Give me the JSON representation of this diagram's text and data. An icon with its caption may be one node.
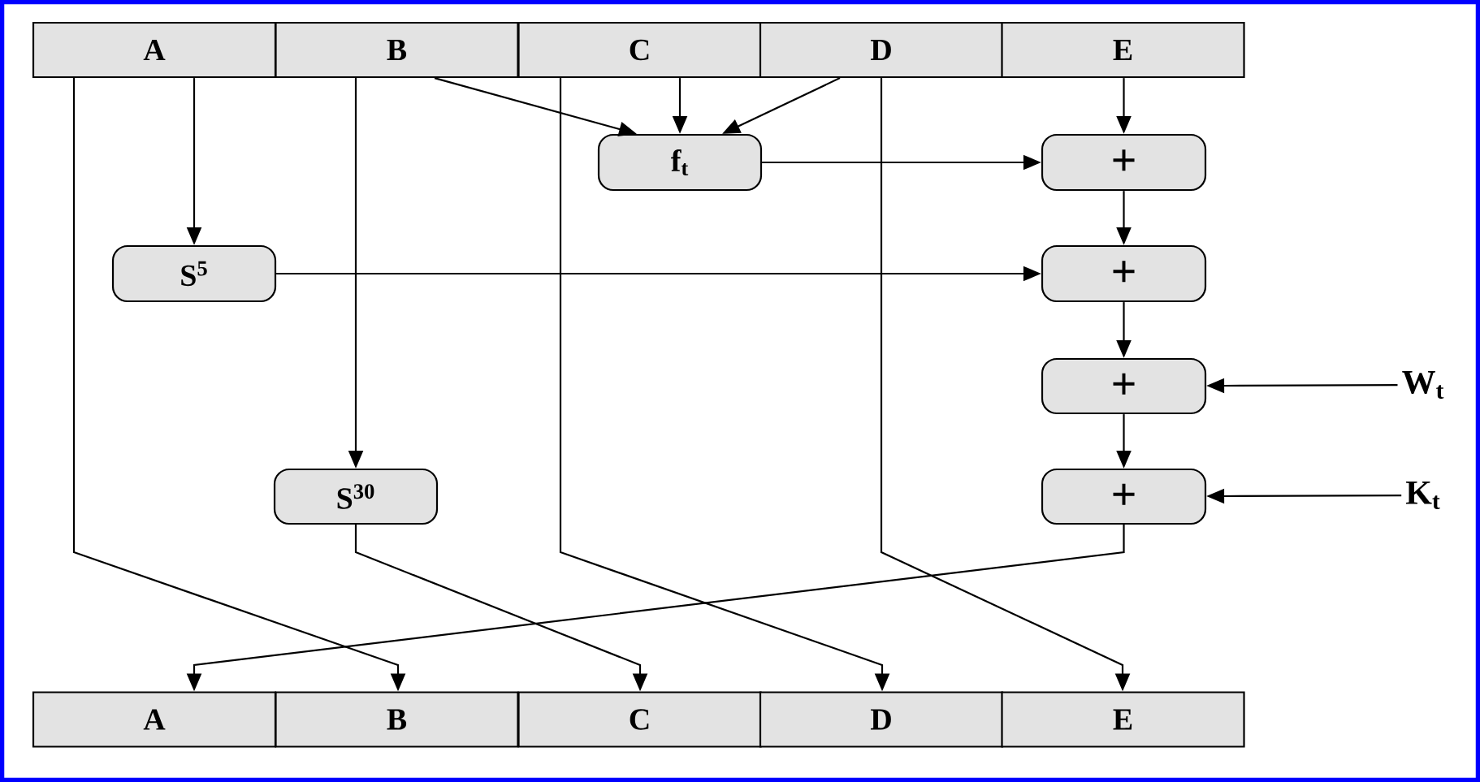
{
  "diagram": {
    "nodes": [
      {
        "text": [
          "A"
        ]
      },
      {
        "text": [
          "B"
        ]
      },
      {
        "text": [
          "C"
        ]
      },
      {
        "text": [
          "D"
        ]
      },
      {
        "text": [
          "E"
        ]
      },
      {
        "text": [
          "A"
        ]
      },
      {
        "text": [
          "B"
        ]
      },
      {
        "text": [
          "C"
        ]
      },
      {
        "text": [
          "D"
        ]
      },
      {
        "text": [
          "E"
        ]
      },
      {
        "text": [
          "f$_{t}$"
        ]
      },
      {
        "text": [
          "S$^{5}$"
        ]
      },
      {
        "text": [
          "S$^{30}$"
        ]
      },
      {
        "text": [
          "+"
        ]
      },
      {
        "text": [
          "+"
        ]
      },
      {
        "text": [
          "+"
        ]
      },
      {
        "text": [
          "+"
        ]
      },
      {
        "text": [
          "W$_{t}$"
        ]
      },
      {
        "text": [
          "K$_{t}$"
        ]
      }
    ],
    "edges": [
      {
        "from": 0,
        "to": 11,
        "arrow": "to"
      },
      {
        "from": 0,
        "to": 6,
        "arrow": "to"
      },
      {
        "from": 1,
        "to": 10,
        "arrow": "to"
      },
      {
        "from": 1,
        "to": 12,
        "arrow": "to"
      },
      {
        "from": 2,
        "to": 10,
        "arrow": "to"
      },
      {
        "from": 2,
        "to": 8,
        "arrow": "to"
      },
      {
        "from": 3,
        "to": 10,
        "arrow": "to"
      },
      {
        "from": 3,
        "to": 9,
        "arrow": "to"
      },
      {
        "from": 4,
        "to": 13,
        "arrow": "to"
      },
      {
        "from": 10,
        "to": 13,
        "arrow": "to"
      },
      {
        "from": 13,
        "to": 14,
        "arrow": "to"
      },
      {
        "from": 11,
        "to": 14,
        "arrow": "to"
      },
      {
        "from": 14,
        "to": 15,
        "arrow": "to"
      },
      {
        "from": 17,
        "to": 15,
        "arrow": "to"
      },
      {
        "from": 15,
        "to": 16,
        "arrow": "to"
      },
      {
        "from": 18,
        "to": 16,
        "arrow": "to"
      },
      {
        "from": 16,
        "to": 5,
        "arrow": "to"
      },
      {
        "from": 12,
        "to": 7,
        "arrow": "to"
      }
    ]
  }
}
